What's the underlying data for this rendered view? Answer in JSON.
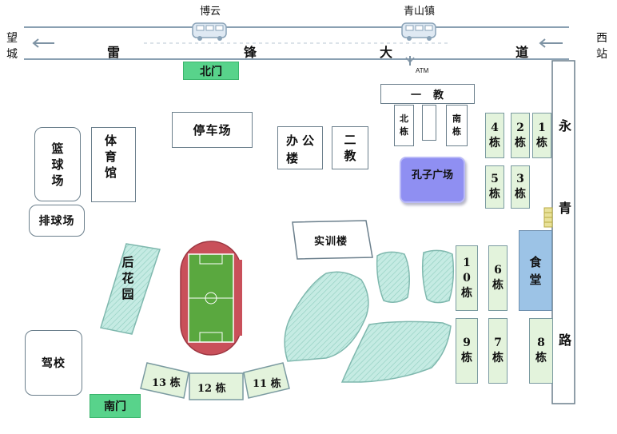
{
  "road": {
    "name_chars": [
      "雷",
      "锋",
      "大",
      "道"
    ],
    "west_dest_chars": [
      "望",
      "城"
    ],
    "east_dest_chars": [
      "西",
      "站"
    ],
    "bus_stop_left": "博云",
    "bus_stop_right": "青山镇",
    "atm": "ATM"
  },
  "gates": {
    "north": "北门",
    "south": "南门"
  },
  "side_road_chars": [
    "永",
    "青",
    "路"
  ],
  "places": {
    "parking": "停车场",
    "gym_chars": [
      "体",
      "育",
      "馆"
    ],
    "basketball_chars": [
      "篮",
      "球",
      "场"
    ],
    "volleyball": "排球场",
    "office_chars": [
      "办",
      "公",
      "楼"
    ],
    "second_teach_chars": [
      "二",
      "教"
    ],
    "first_teach": "一　教",
    "north_wing_chars": [
      "北",
      "栋"
    ],
    "south_wing_chars": [
      "南",
      "栋"
    ],
    "plaza": "孔子广场",
    "training": "实训楼",
    "back_garden_chars": [
      "后",
      "花",
      "园"
    ],
    "driving_school": "驾校",
    "canteen_chars": [
      "食",
      "堂"
    ]
  },
  "buildings": {
    "b1": [
      "1",
      "栋"
    ],
    "b2": [
      "2",
      "栋"
    ],
    "b3": [
      "3",
      "栋"
    ],
    "b4": [
      "4",
      "栋"
    ],
    "b5": [
      "5",
      "栋"
    ],
    "b6": [
      "6",
      "栋"
    ],
    "b7": [
      "7",
      "栋"
    ],
    "b8": [
      "8",
      "栋"
    ],
    "b9": [
      "9",
      "栋"
    ],
    "b10": [
      "1",
      "0",
      "栋"
    ],
    "b11": "11 栋",
    "b12": "12 栋",
    "b13": "13 栋"
  },
  "colors": {
    "gate_green": "#58d38b",
    "plaza_purple": "#8f8ff2",
    "canteen_blue": "#9cc3e6",
    "track_red": "#c9505a",
    "field_green": "#5aa83f",
    "water_teal": "#bfe8e0",
    "building_fill": "#e3f3dc"
  }
}
